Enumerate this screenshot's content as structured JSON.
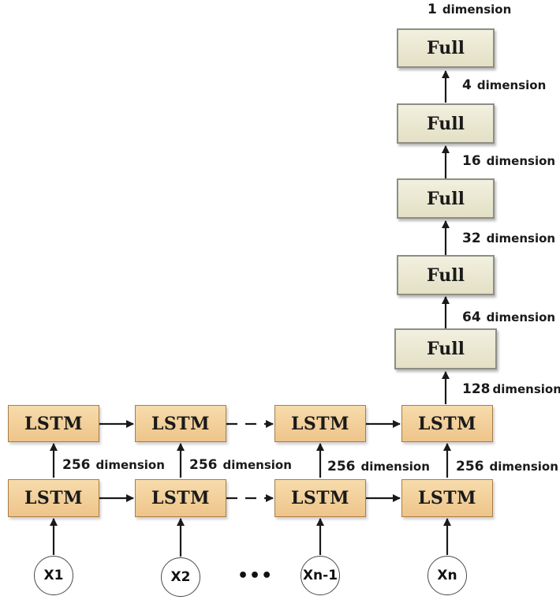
{
  "full_layers": [
    {
      "label": "Full",
      "output_dim": "1",
      "dim_word": "dimension"
    },
    {
      "label": "Full",
      "output_dim": "4",
      "dim_word": "dimension"
    },
    {
      "label": "Full",
      "output_dim": "16",
      "dim_word": "dimension"
    },
    {
      "label": "Full",
      "output_dim": "32",
      "dim_word": "dimension"
    },
    {
      "label": "Full",
      "output_dim": "64",
      "dim_word": "dimension"
    }
  ],
  "lstm_output": {
    "dim": "128",
    "dim_word": "dimension"
  },
  "lstm_top": [
    {
      "label": "LSTM"
    },
    {
      "label": "LSTM"
    },
    {
      "label": "LSTM"
    },
    {
      "label": "LSTM"
    }
  ],
  "lstm_bottom": [
    {
      "label": "LSTM"
    },
    {
      "label": "LSTM"
    },
    {
      "label": "LSTM"
    },
    {
      "label": "LSTM"
    }
  ],
  "between_layers": [
    {
      "dim": "256",
      "dim_word": "dimension"
    },
    {
      "dim": "256",
      "dim_word": "dimension"
    },
    {
      "dim": "256",
      "dim_word": "dimension"
    },
    {
      "dim": "256",
      "dim_word": "dimension"
    }
  ],
  "inputs": [
    {
      "label": "X1"
    },
    {
      "label": "X2"
    },
    {
      "label": "Xn-1"
    },
    {
      "label": "Xn"
    }
  ],
  "ellipsis": "•••",
  "colors": {
    "full_fill": "#ece9d4",
    "full_border": "#8e8e86",
    "lstm_fill": "#f3d29e",
    "lstm_border": "#a87d45",
    "arrow": "#1a1a1a"
  }
}
